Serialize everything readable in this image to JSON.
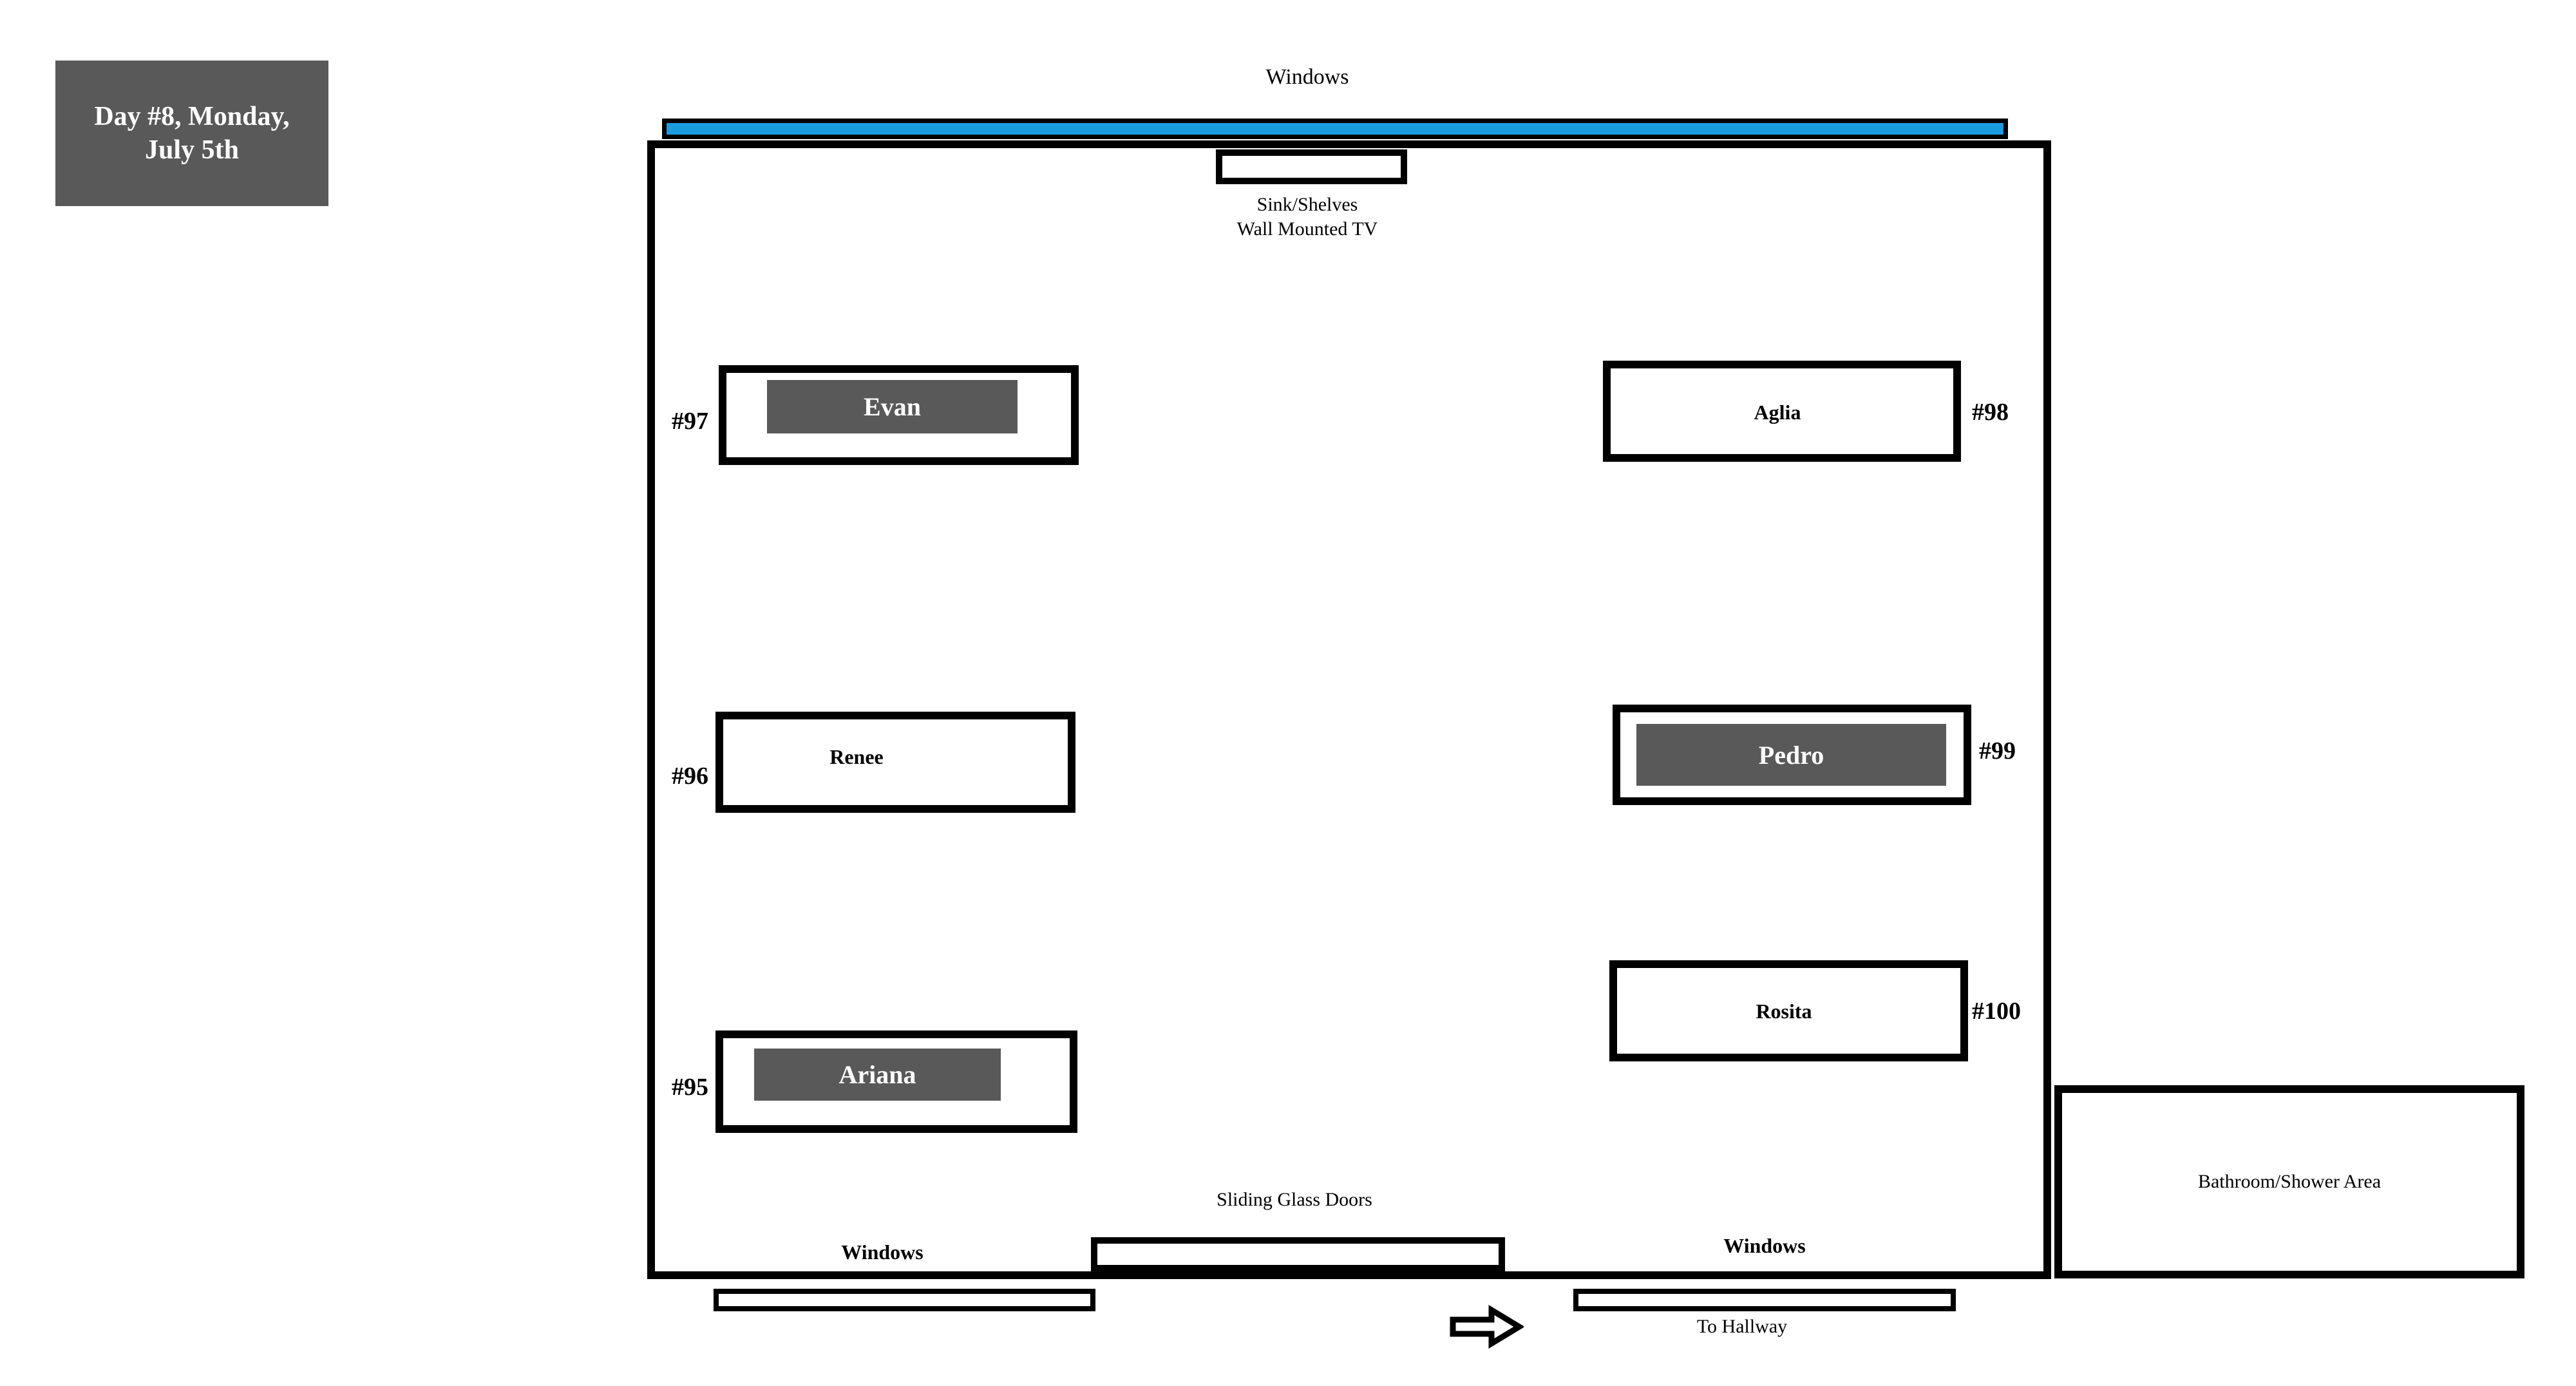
{
  "title_card": {
    "line1": "Day #8, Monday,",
    "line2": "July 5th"
  },
  "labels": {
    "windows_top": "Windows",
    "sink_shelves": "Sink/Shelves",
    "wall_mounted_tv": "Wall Mounted TV",
    "sliding_glass_doors": "Sliding Glass Doors",
    "windows_bottom_left": "Windows",
    "windows_bottom_right": "Windows",
    "to_hallway": "To Hallway",
    "bathroom": "Bathroom/Shower Area"
  },
  "beds": [
    {
      "number": "#97",
      "name": "Evan",
      "highlighted": true,
      "side": "left"
    },
    {
      "number": "#96",
      "name": "Renee",
      "highlighted": false,
      "side": "left"
    },
    {
      "number": "#95",
      "name": "Ariana",
      "highlighted": true,
      "side": "left"
    },
    {
      "number": "#98",
      "name": "Aglia",
      "highlighted": false,
      "side": "right"
    },
    {
      "number": "#99",
      "name": "Pedro",
      "highlighted": true,
      "side": "right"
    },
    {
      "number": "#100",
      "name": "Rosita",
      "highlighted": false,
      "side": "right"
    }
  ],
  "colors": {
    "highlight_gray": "#595959",
    "window_glass_blue": "#1B9CE1",
    "outline_black": "#000000"
  }
}
